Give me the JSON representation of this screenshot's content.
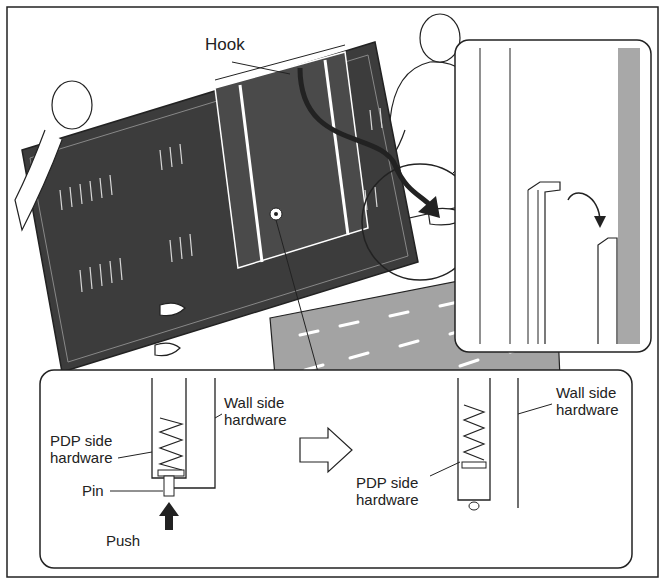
{
  "diagram": {
    "labels": [
      "Hook",
      "Wall side hardware",
      "PDP side hardware",
      "Pin",
      "Push",
      "PDP side hardware",
      "Wall side hardware"
    ]
  }
}
